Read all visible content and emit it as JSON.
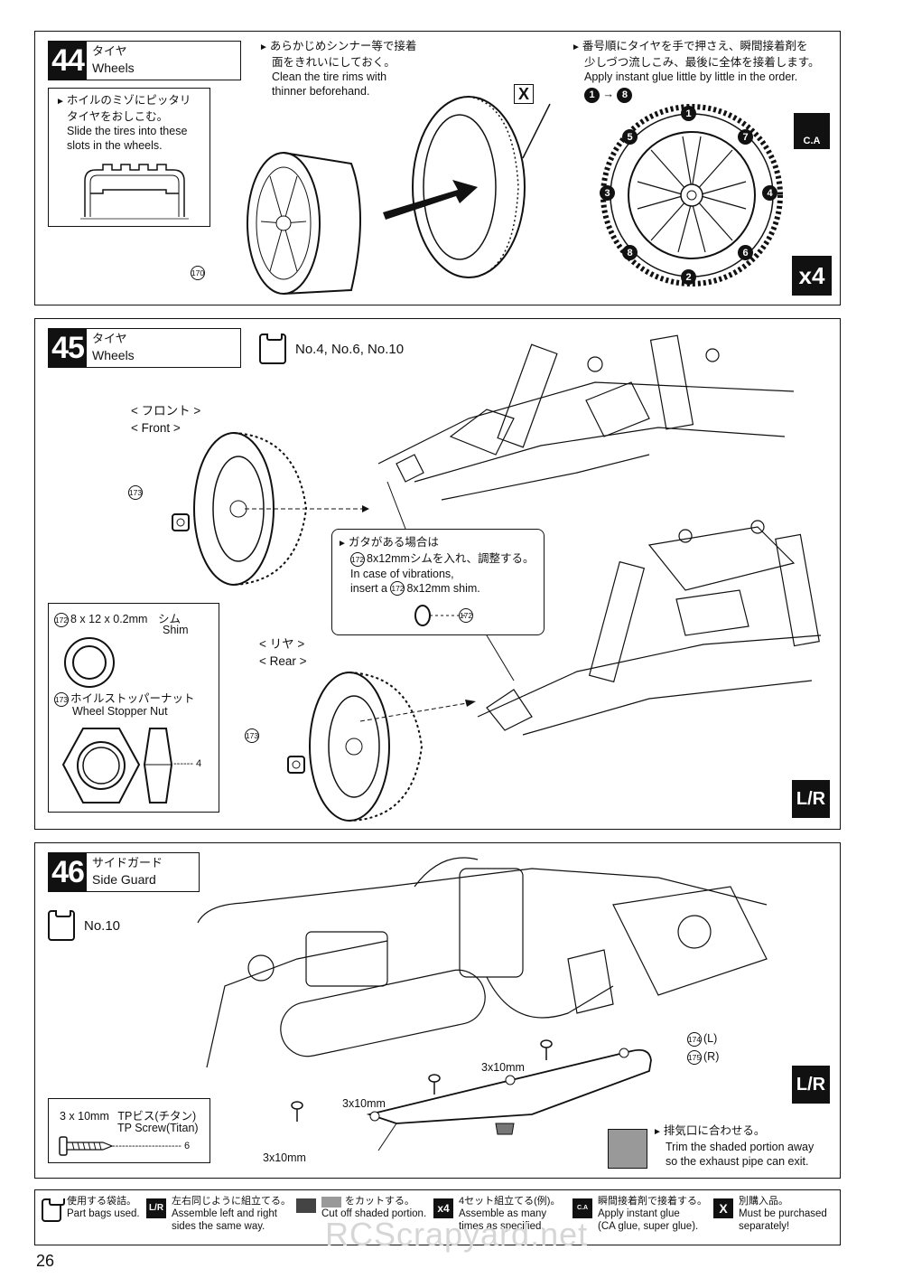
{
  "step44": {
    "num": "44",
    "title_jp": "タイヤ",
    "title_en": "Wheels",
    "note_rim_jp1": "あらかじめシンナー等で接着",
    "note_rim_jp2": "面をきれいにしておく。",
    "note_rim_en1": "Clean the tire rims with",
    "note_rim_en2": "thinner beforehand.",
    "note_slot_jp1": "ホイルのミゾにピッタリ",
    "note_slot_jp2": "タイヤをおしこむ。",
    "note_slot_en1": "Slide the tires into these",
    "note_slot_en2": "slots in the wheels.",
    "note_glue_jp1": "番号順にタイヤを手で押さえ、瞬間接着剤を",
    "note_glue_jp2": "少しづつ流しこみ、最後に全体を接着します。",
    "note_glue_en": "Apply instant glue little by little in the order.",
    "order_from": "1",
    "order_to": "8",
    "glue_numbers": [
      "1",
      "7",
      "4",
      "6",
      "2",
      "8",
      "3",
      "5"
    ],
    "part_wheel": "170",
    "times": "x4",
    "ca": "C.A",
    "x_mark": "X"
  },
  "step45": {
    "num": "45",
    "title_jp": "タイヤ",
    "title_en": "Wheels",
    "bags": "No.4, No.6, No.10",
    "front_jp": "< フロント >",
    "front_en": "< Front >",
    "rear_jp": "< リヤ >",
    "rear_en": "< Rear >",
    "part_nut": "173",
    "callout_jp1": "ガタがある場合は",
    "callout_jp2": "8x12mmシムを入れ、調整する。",
    "callout_en1": "In case of vibrations,",
    "callout_en2": "insert a",
    "callout_en3": "8x12mm shim.",
    "part_shim": "172",
    "spec_shim": "8 x 12 x 0.2mm",
    "shim_jp": "シム",
    "shim_en": "Shim",
    "nut_jp": "ホイルストッパーナット",
    "nut_en": "Wheel Stopper Nut",
    "nut_dim": "4",
    "lr": "L/R"
  },
  "step46": {
    "num": "46",
    "title_jp": "サイドガード",
    "title_en": "Side Guard",
    "bags": "No.10",
    "screw": "3x10mm",
    "part_l": "174",
    "part_r": "175",
    "label_l": "(L)",
    "label_r": "(R)",
    "spec_screw": "3 x 10mm",
    "screw_jp": "TPビス(チタン)",
    "screw_en": "TP Screw(Titan)",
    "screw_dim": "6",
    "exhaust_jp": "排気口に合わせる。",
    "exhaust_en1": "Trim the shaded portion away",
    "exhaust_en2": "so the exhaust pipe can exit.",
    "lr": "L/R"
  },
  "legend": [
    {
      "jp": "使用する袋詰。",
      "en1": "Part bags used.",
      "en2": ""
    },
    {
      "jp": "左右同じように組立てる。",
      "en1": "Assemble left and right",
      "en2": "sides the same way."
    },
    {
      "jp": "をカットする。",
      "en1": "Cut off shaded portion.",
      "en2": ""
    },
    {
      "jp": "4セット組立てる(例)。",
      "en1": "Assemble as many",
      "en2": "times as specified."
    },
    {
      "jp": "瞬間接着剤で接着する。",
      "en1": "Apply instant glue",
      "en2": "(CA glue, super glue)."
    },
    {
      "jp": "別購入品。",
      "en1": "Must be purchased",
      "en2": "separately!"
    }
  ],
  "legend_icons": {
    "times": "x4",
    "ca": "C.A",
    "x_mark": "X",
    "lr": "L/R"
  },
  "page_number": "26",
  "watermark": "RCScrapyard.net"
}
